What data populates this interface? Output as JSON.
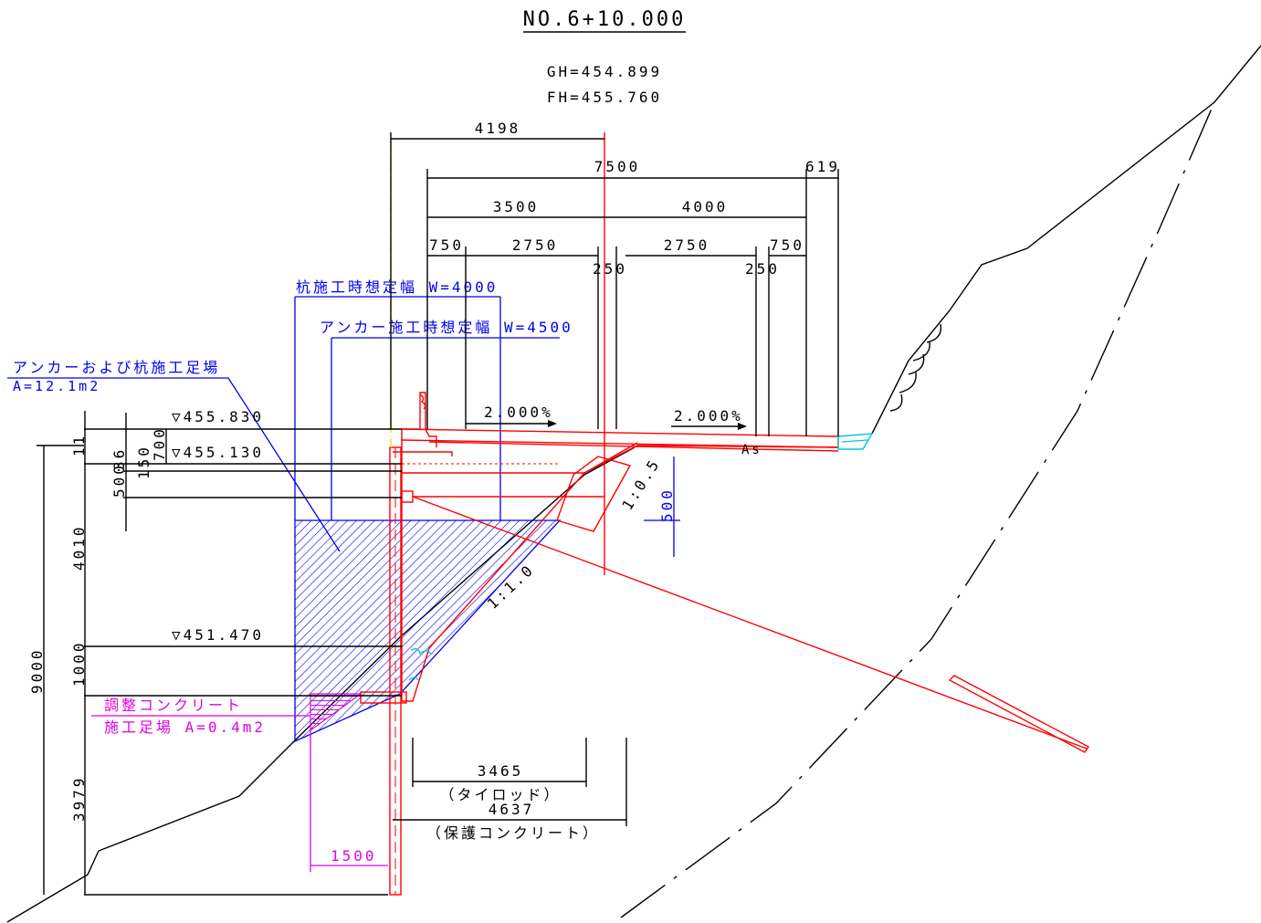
{
  "drawing": {
    "title": "NO.6+10.000",
    "gh": "GH=454.899",
    "fh": "FH=455.760"
  },
  "dimensions": {
    "d4198": "4198",
    "d7500": "7500",
    "d619": "619",
    "d3500": "3500",
    "d4000": "4000",
    "d750_left": "750",
    "d2750_left": "2750",
    "d2750_right": "2750",
    "d750_right": "750",
    "d250_left": "250",
    "d250_right": "250",
    "d3465": "3465",
    "tierod": "（タイロッド）",
    "d4637": "4637",
    "protect": "（保護コンクリート）",
    "d1500": "1500",
    "d9000": "9000",
    "d4010": "4010",
    "d1000": "1000",
    "d3979": "3979",
    "d11": "11",
    "d700": "700",
    "d500": "500",
    "d150": "150",
    "d36": "36",
    "d500b": "500"
  },
  "elevations": {
    "e1": "▽455.830",
    "e2": "▽455.130",
    "e3": "▽451.470"
  },
  "slopes": {
    "cross_left": "2.000%",
    "cross_right": "2.000%",
    "s105": "1:0.5",
    "s110": "1:1.0",
    "as_label": "As"
  },
  "annotations": {
    "pile_width": "杭施工時想定幅  W=4000",
    "anchor_width": "アンカー施工時想定幅  W=4500",
    "scaffold_title": "アンカーおよび杭施工足場",
    "scaffold_area": "A=12.1m2",
    "adjust_title": "調整コンクリート",
    "adjust_area": "施工足場  A=0.4m2"
  },
  "colors": {
    "structure": "#ff0000",
    "construction": "#0000ee",
    "adjustment": "#e000e0",
    "drainage": "#00c8d8",
    "ground": "#000000"
  }
}
